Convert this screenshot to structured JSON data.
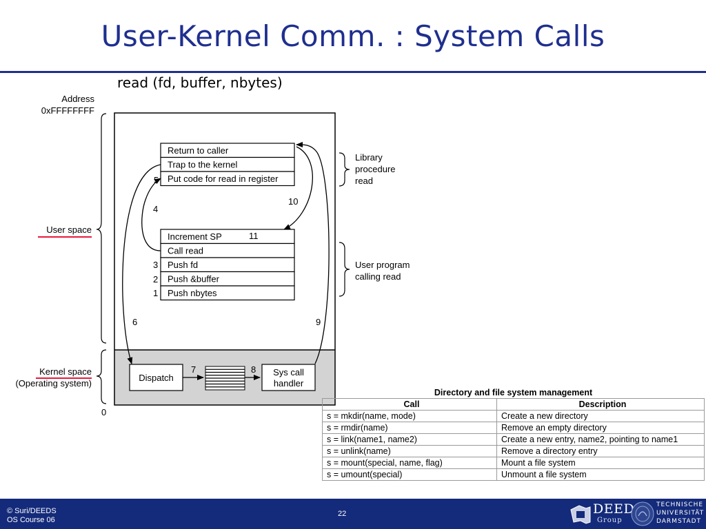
{
  "title": "User-Kernel Comm. : System Calls",
  "call_signature": "read (fd, buffer, nbytes)",
  "diagram": {
    "address_label_1": "Address",
    "address_label_2": "0xFFFFFFFF",
    "zero_label": "0",
    "user_space_label": "User space",
    "kernel_space_label": "Kernel space",
    "os_label": "(Operating system)",
    "library_brace_label": [
      "Library",
      "procedure",
      "read"
    ],
    "user_program_brace_label": [
      "User program",
      "calling read"
    ],
    "library_boxes": [
      "Return to caller",
      "Trap to the kernel",
      "Put code for read in register"
    ],
    "program_boxes": [
      "Increment SP",
      "Call read",
      "Push fd",
      "Push &buffer",
      "Push nbytes"
    ],
    "dispatch_label": "Dispatch",
    "handler_label": [
      "Sys call",
      "handler"
    ],
    "step_numbers": [
      "1",
      "2",
      "3",
      "4",
      "5",
      "6",
      "7",
      "8",
      "9",
      "10",
      "11"
    ]
  },
  "table": {
    "title": "Directory and file system management",
    "columns": [
      "Call",
      "Description"
    ],
    "rows": [
      [
        "s = mkdir(name, mode)",
        "Create a new directory"
      ],
      [
        "s = rmdir(name)",
        "Remove an empty directory"
      ],
      [
        "s = link(name1, name2)",
        "Create a new entry, name2, pointing to name1"
      ],
      [
        "s = unlink(name)",
        "Remove a directory entry"
      ],
      [
        "s = mount(special, name, flag)",
        "Mount a file system"
      ],
      [
        "s = umount(special)",
        "Unmount a file system"
      ]
    ]
  },
  "footer": {
    "copyright": "© Suri/DEEDS",
    "course": "OS Course 06",
    "page_number": "22",
    "deeds_logo_text": "DEEDS",
    "deeds_logo_sub": "Group",
    "tud_text": [
      "TECHNISCHE",
      "UNIVERSITÄT",
      "DARMSTADT"
    ]
  },
  "colors": {
    "title": "#1f2f8f",
    "footer_bg": "#142a7a",
    "kernel_bg": "#d3d3d3",
    "underline_red": "#e8183c"
  }
}
